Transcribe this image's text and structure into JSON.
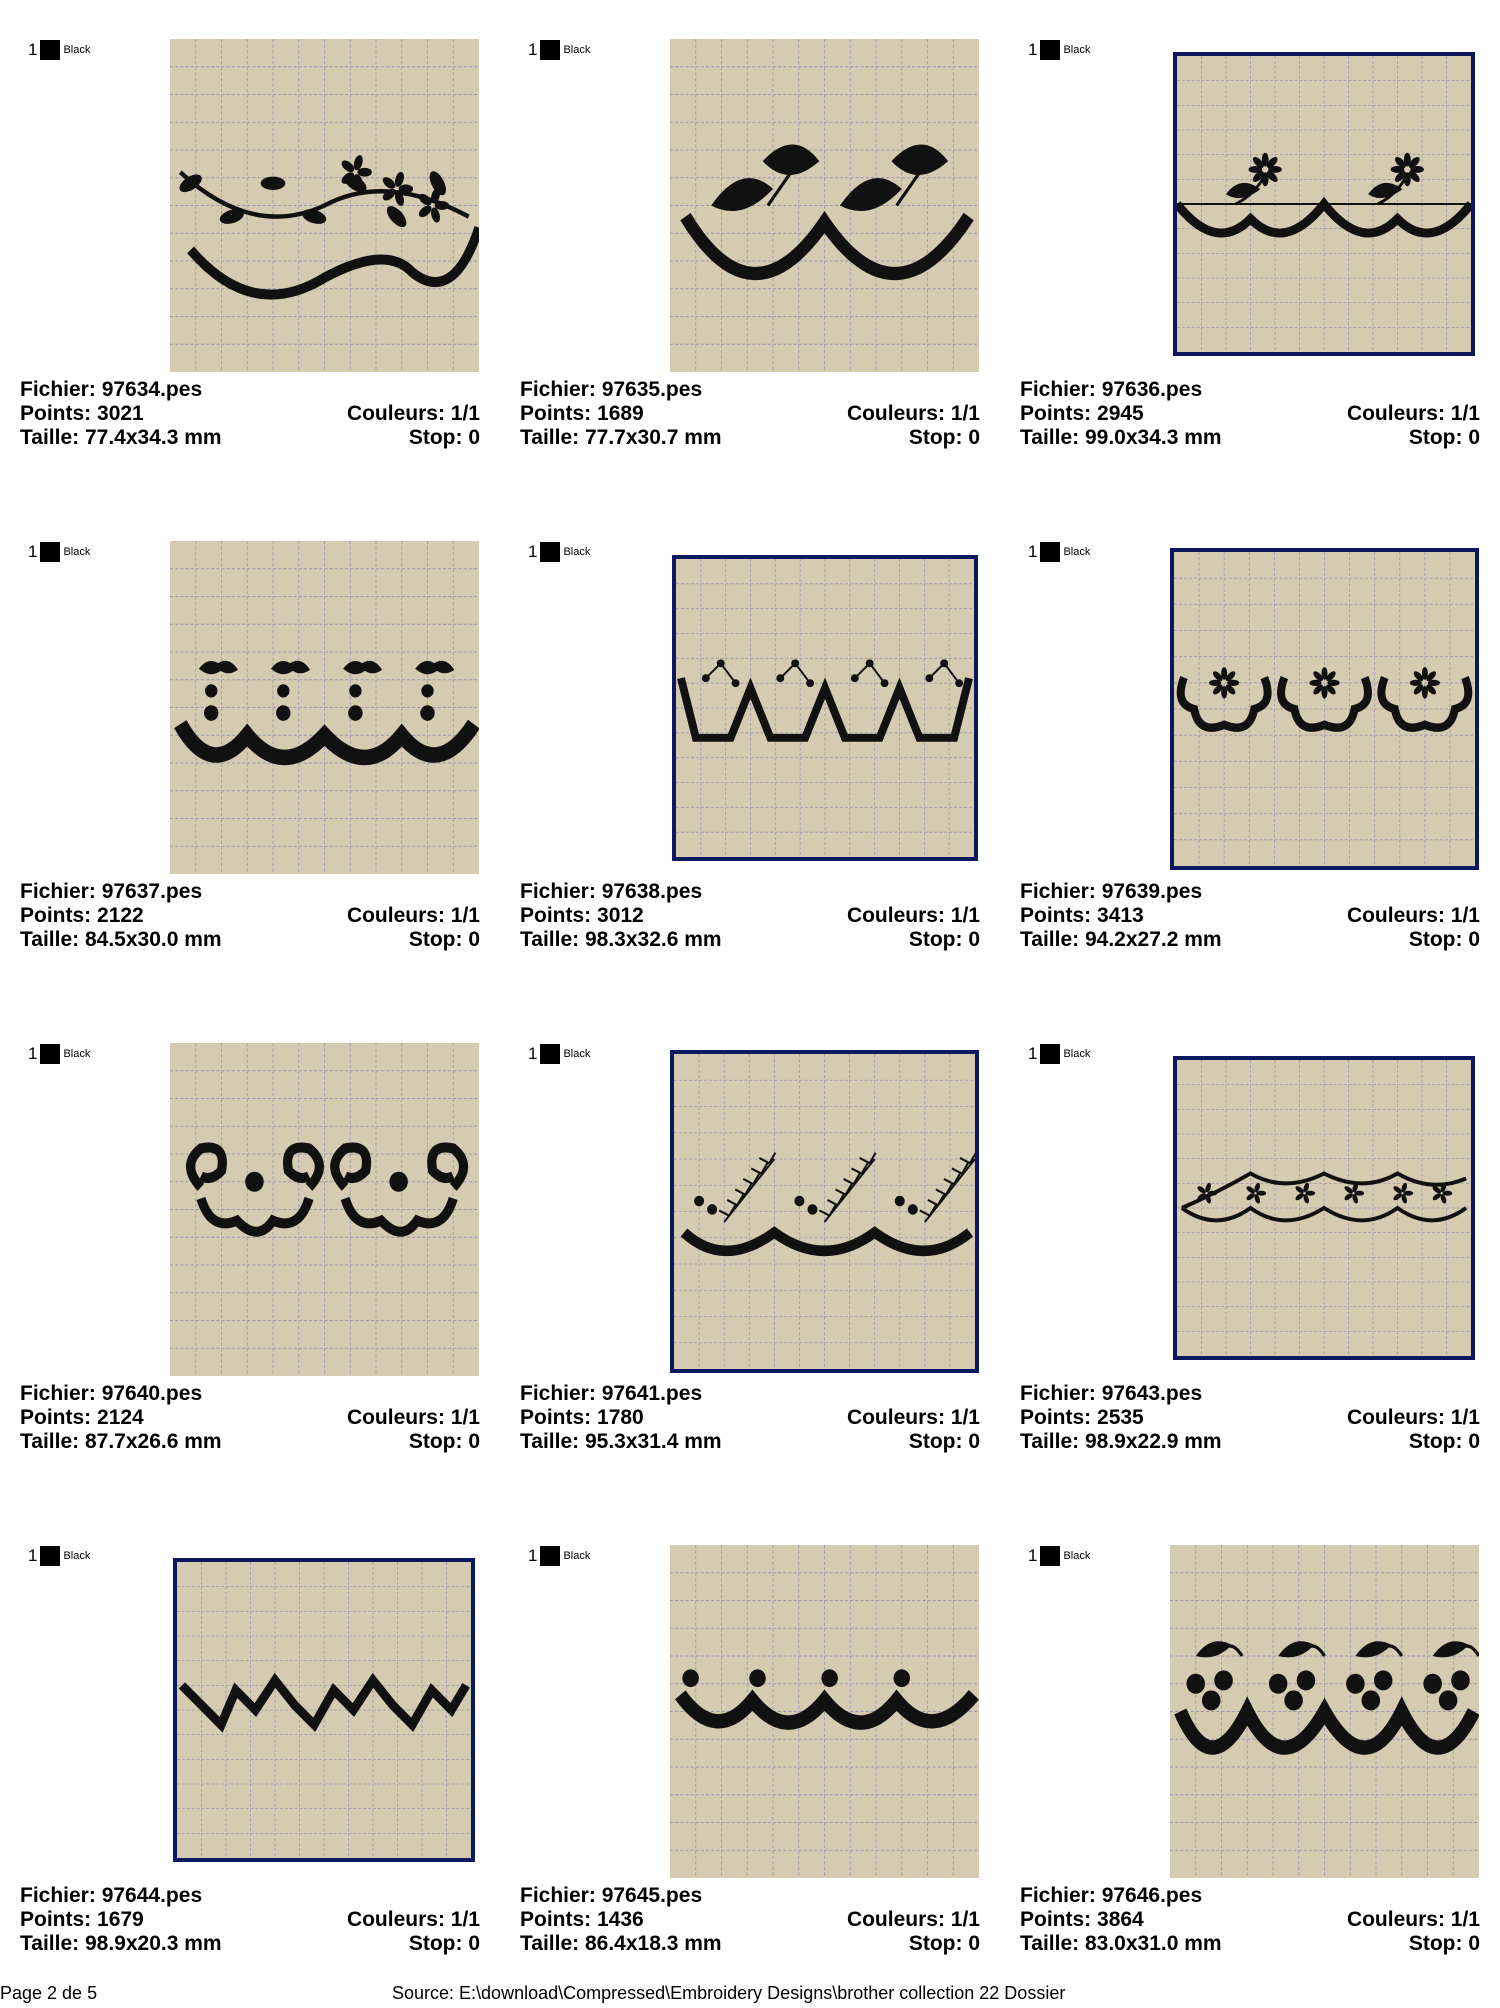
{
  "labels": {
    "file": "Fichier:",
    "points": "Points:",
    "colors": "Couleurs:",
    "size": "Taille:",
    "stop": "Stop:"
  },
  "designs": [
    {
      "swatch_num": "1",
      "swatch_name": "Black",
      "file": "97634.pes",
      "points": "3021",
      "colors": "1/1",
      "size": "77.4x34.3 mm",
      "stop": "0",
      "motif": "vine-flowers",
      "framed": false
    },
    {
      "swatch_num": "1",
      "swatch_name": "Black",
      "file": "97635.pes",
      "points": "1689",
      "colors": "1/1",
      "size": "77.7x30.7 mm",
      "stop": "0",
      "motif": "leaf-scallop",
      "framed": false
    },
    {
      "swatch_num": "1",
      "swatch_name": "Black",
      "file": "97636.pes",
      "points": "2945",
      "colors": "1/1",
      "size": "99.0x34.3 mm",
      "stop": "0",
      "motif": "daisy-scallop",
      "framed": true
    },
    {
      "swatch_num": "1",
      "swatch_name": "Black",
      "file": "97637.pes",
      "points": "2122",
      "colors": "1/1",
      "size": "84.5x30.0 mm",
      "stop": "0",
      "motif": "cherry-scallop",
      "framed": false
    },
    {
      "swatch_num": "1",
      "swatch_name": "Black",
      "file": "97638.pes",
      "points": "3012",
      "colors": "1/1",
      "size": "98.3x32.6 mm",
      "stop": "0",
      "motif": "tulip-outline",
      "framed": true
    },
    {
      "swatch_num": "1",
      "swatch_name": "Black",
      "file": "97639.pes",
      "points": "3413",
      "colors": "1/1",
      "size": "94.2x27.2 mm",
      "stop": "0",
      "motif": "flower-curls",
      "framed": true
    },
    {
      "swatch_num": "1",
      "swatch_name": "Black",
      "file": "97640.pes",
      "points": "2124",
      "colors": "1/1",
      "size": "87.7x26.6 mm",
      "stop": "0",
      "motif": "curl-dots",
      "framed": false
    },
    {
      "swatch_num": "1",
      "swatch_name": "Black",
      "file": "97641.pes",
      "points": "1780",
      "colors": "1/1",
      "size": "95.3x31.4 mm",
      "stop": "0",
      "motif": "fern-scallop",
      "framed": true
    },
    {
      "swatch_num": "1",
      "swatch_name": "Black",
      "file": "97643.pes",
      "points": "2535",
      "colors": "1/1",
      "size": "98.9x22.9 mm",
      "stop": "0",
      "motif": "garland",
      "framed": true
    },
    {
      "swatch_num": "1",
      "swatch_name": "Black",
      "file": "97644.pes",
      "points": "1679",
      "colors": "1/1",
      "size": "98.9x20.3 mm",
      "stop": "0",
      "motif": "zigzag",
      "framed": true
    },
    {
      "swatch_num": "1",
      "swatch_name": "Black",
      "file": "97645.pes",
      "points": "1436",
      "colors": "1/1",
      "size": "86.4x18.3 mm",
      "stop": "0",
      "motif": "dot-scallop",
      "framed": false
    },
    {
      "swatch_num": "1",
      "swatch_name": "Black",
      "file": "97646.pes",
      "points": "3864",
      "colors": "1/1",
      "size": "83.0x31.0 mm",
      "stop": "0",
      "motif": "berry-scallop",
      "framed": false
    }
  ],
  "footer": {
    "page": "Page 2 de 5",
    "source": "Source: E:\\download\\Compressed\\Embroidery Designs\\brother collection 22 Dossier"
  }
}
